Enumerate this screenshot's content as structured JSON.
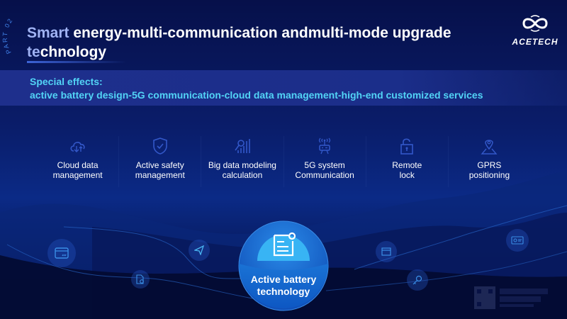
{
  "header": {
    "part_label": "PART 02",
    "title_highlight": "Smart",
    "title_rest": " energy-multi-communication andmulti-mode upgrade",
    "title_line2_highlight": "te",
    "title_line2_rest": "chnology",
    "logo_text": "ACETECH"
  },
  "band": {
    "line1": "Special effects:",
    "line2": "active battery design-5G communication-cloud data management-high-end customized services"
  },
  "features": [
    {
      "icon": "cloud-icon",
      "line1": "Cloud data",
      "line2": "management"
    },
    {
      "icon": "shield-check-icon",
      "line1": "Active safety",
      "line2": "management"
    },
    {
      "icon": "data-chart-icon",
      "line1": "Big data modeling",
      "line2": "calculation"
    },
    {
      "icon": "router-icon",
      "line1": "5G system",
      "line2": "Communication"
    },
    {
      "icon": "unlock-icon",
      "line1": "Remote",
      "line2": "lock"
    },
    {
      "icon": "location-pin-icon",
      "line1": "GPRS",
      "line2": "positioning"
    }
  ],
  "center": {
    "icon": "document-gear-icon",
    "line1": "Active battery",
    "line2": "technology"
  },
  "colors": {
    "accent_cyan": "#52d4f6",
    "title_highlight": "#9fb2f3",
    "band": "#1e2f8c",
    "background": "#06104a"
  }
}
